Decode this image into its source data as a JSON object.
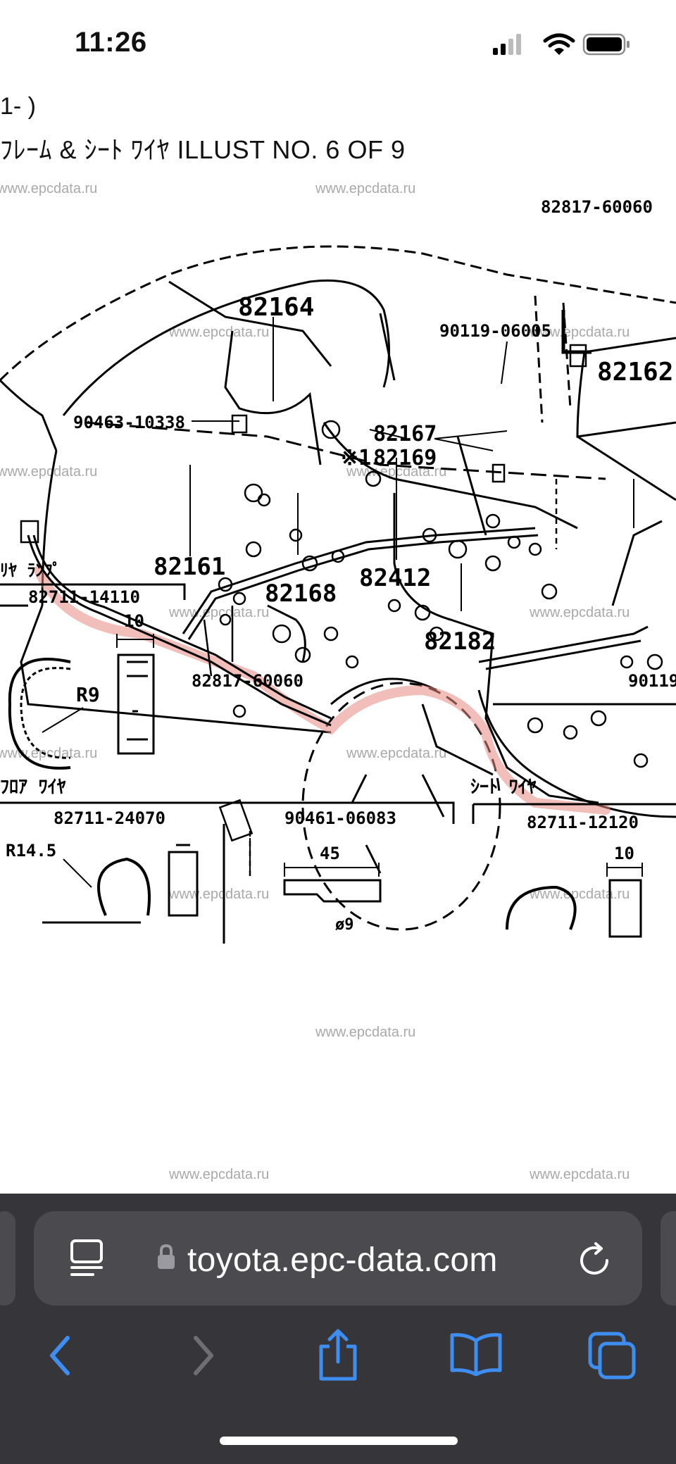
{
  "status_bar": {
    "time": "11:26",
    "icons": [
      "cellular-signal-icon",
      "wifi-icon",
      "battery-icon"
    ]
  },
  "header": {
    "line1": "1- )",
    "line2": "ﾌﾚｰﾑ & ｼｰﾄ ﾜｲﾔ ILLUST NO. 6 OF 9"
  },
  "diagram": {
    "watermark": "www.epcdata.ru",
    "part_labels": {
      "p82817_60060_top": "82817-60060",
      "p82164": "82164",
      "p90119_06005": "90119-06005",
      "p82162": "82162",
      "p90463_10338": "90463-10338",
      "p82167": "82167",
      "ref_mark": "※1",
      "p82169": "82169",
      "p82161": "82161",
      "p82168": "82168",
      "p82412": "82412",
      "p82182": "82182",
      "p82817_60060_bottom": "82817-60060",
      "p90119_cut": "90119"
    },
    "detail_rear_lamp": {
      "title": "ﾘﾔ ﾗﾝﾌﾟ",
      "part_no": "82711-14110",
      "dimension": "10",
      "radius": "R9"
    },
    "detail_floor_wire": {
      "title": "ﾌﾛｱ ﾜｲﾔ",
      "part_no": "82711-24070",
      "radius": "R14.5"
    },
    "detail_90461": {
      "part_no": "90461-06083",
      "dimension": "45",
      "diameter": "ø9"
    },
    "detail_seat_wire": {
      "title": "ｼｰﾄ ﾜｲﾔ",
      "part_no": "82711-12120",
      "dimension": "10"
    }
  },
  "browser": {
    "url": "toyota.epc-data.com",
    "toolbar": [
      "back-icon",
      "forward-icon",
      "share-icon",
      "bookmarks-icon",
      "tabs-icon"
    ],
    "accent_color": "#3d8ef0",
    "disabled_color": "#6e6e73"
  }
}
